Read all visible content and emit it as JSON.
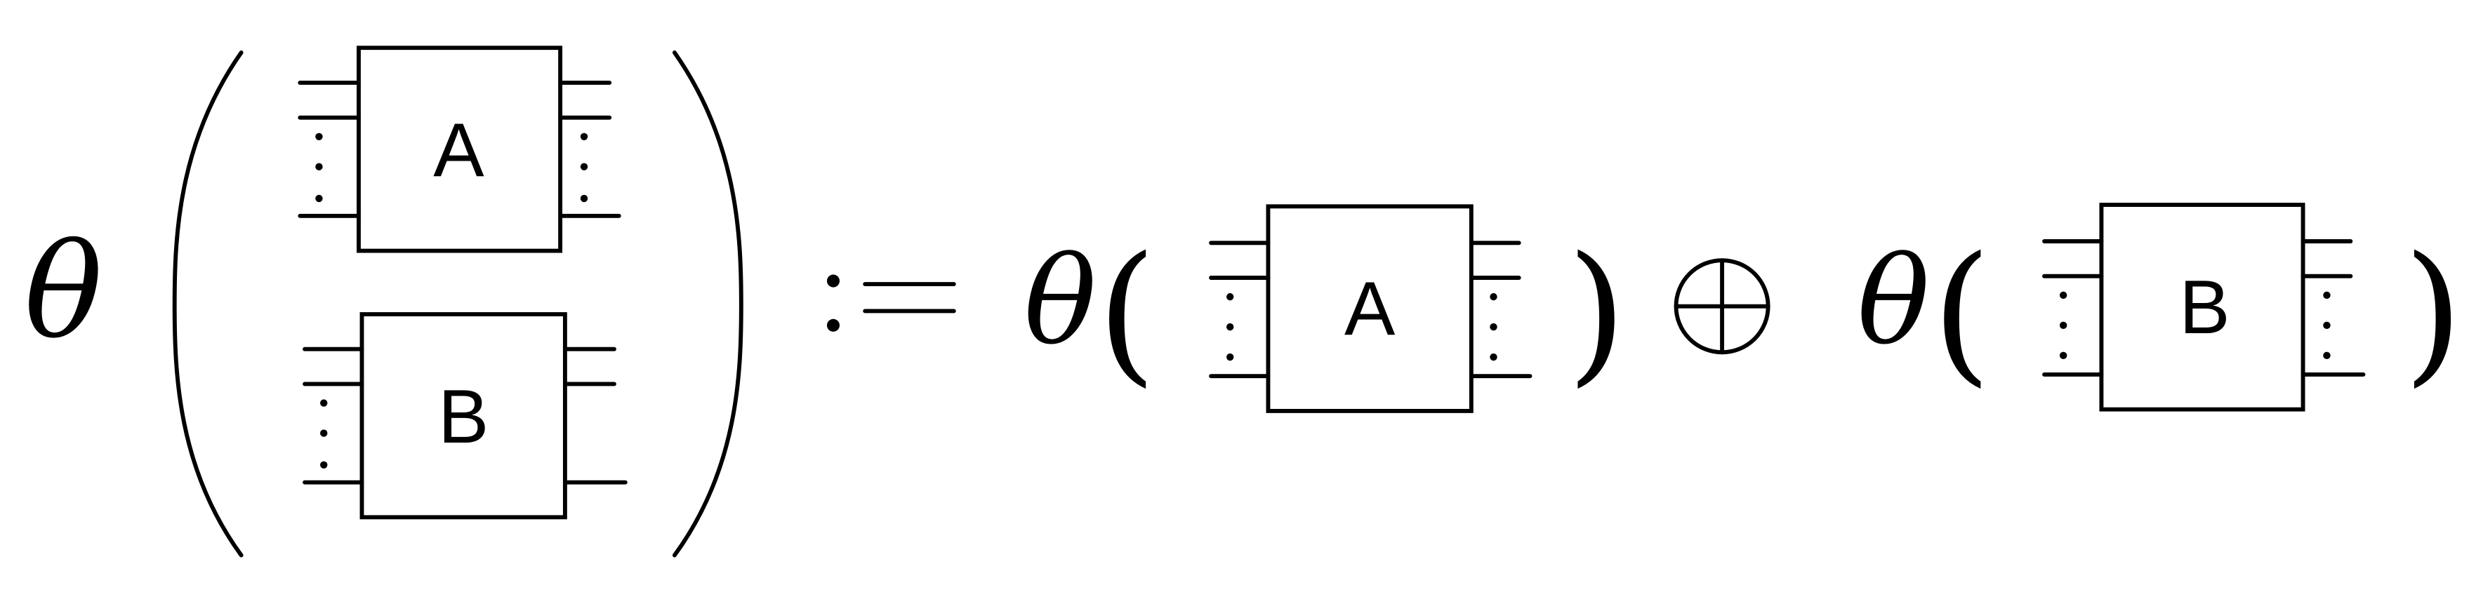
{
  "equation": {
    "function_symbol": "θ",
    "open_paren": "(",
    "close_paren": ")",
    "definition_symbol": ":=",
    "direct_sum_symbol": "⊕",
    "box_a_label": "A",
    "box_b_label": "B"
  }
}
